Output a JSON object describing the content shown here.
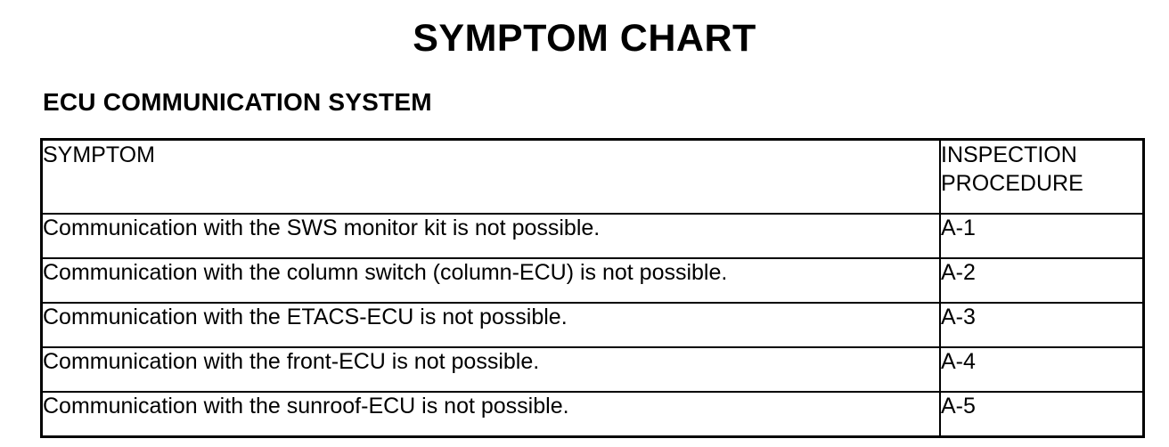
{
  "document": {
    "title": "SYMPTOM CHART",
    "section_heading": "ECU COMMUNICATION SYSTEM",
    "background_color": "#ffffff",
    "text_color": "#000000",
    "border_color": "#000000"
  },
  "table": {
    "headers": {
      "symptom": "SYMPTOM",
      "inspection_procedure_line1": "INSPECTION",
      "inspection_procedure_line2": "PROCEDURE"
    },
    "rows": [
      {
        "symptom": "Communication with the SWS monitor kit is not possible.",
        "procedure": "A-1"
      },
      {
        "symptom": "Communication with the column switch (column-ECU) is not possible.",
        "procedure": "A-2"
      },
      {
        "symptom": "Communication with the ETACS-ECU is not possible.",
        "procedure": "A-3"
      },
      {
        "symptom": "Communication with the front-ECU is not possible.",
        "procedure": "A-4"
      },
      {
        "symptom": "Communication with the sunroof-ECU is not possible.",
        "procedure": "A-5"
      }
    ]
  }
}
